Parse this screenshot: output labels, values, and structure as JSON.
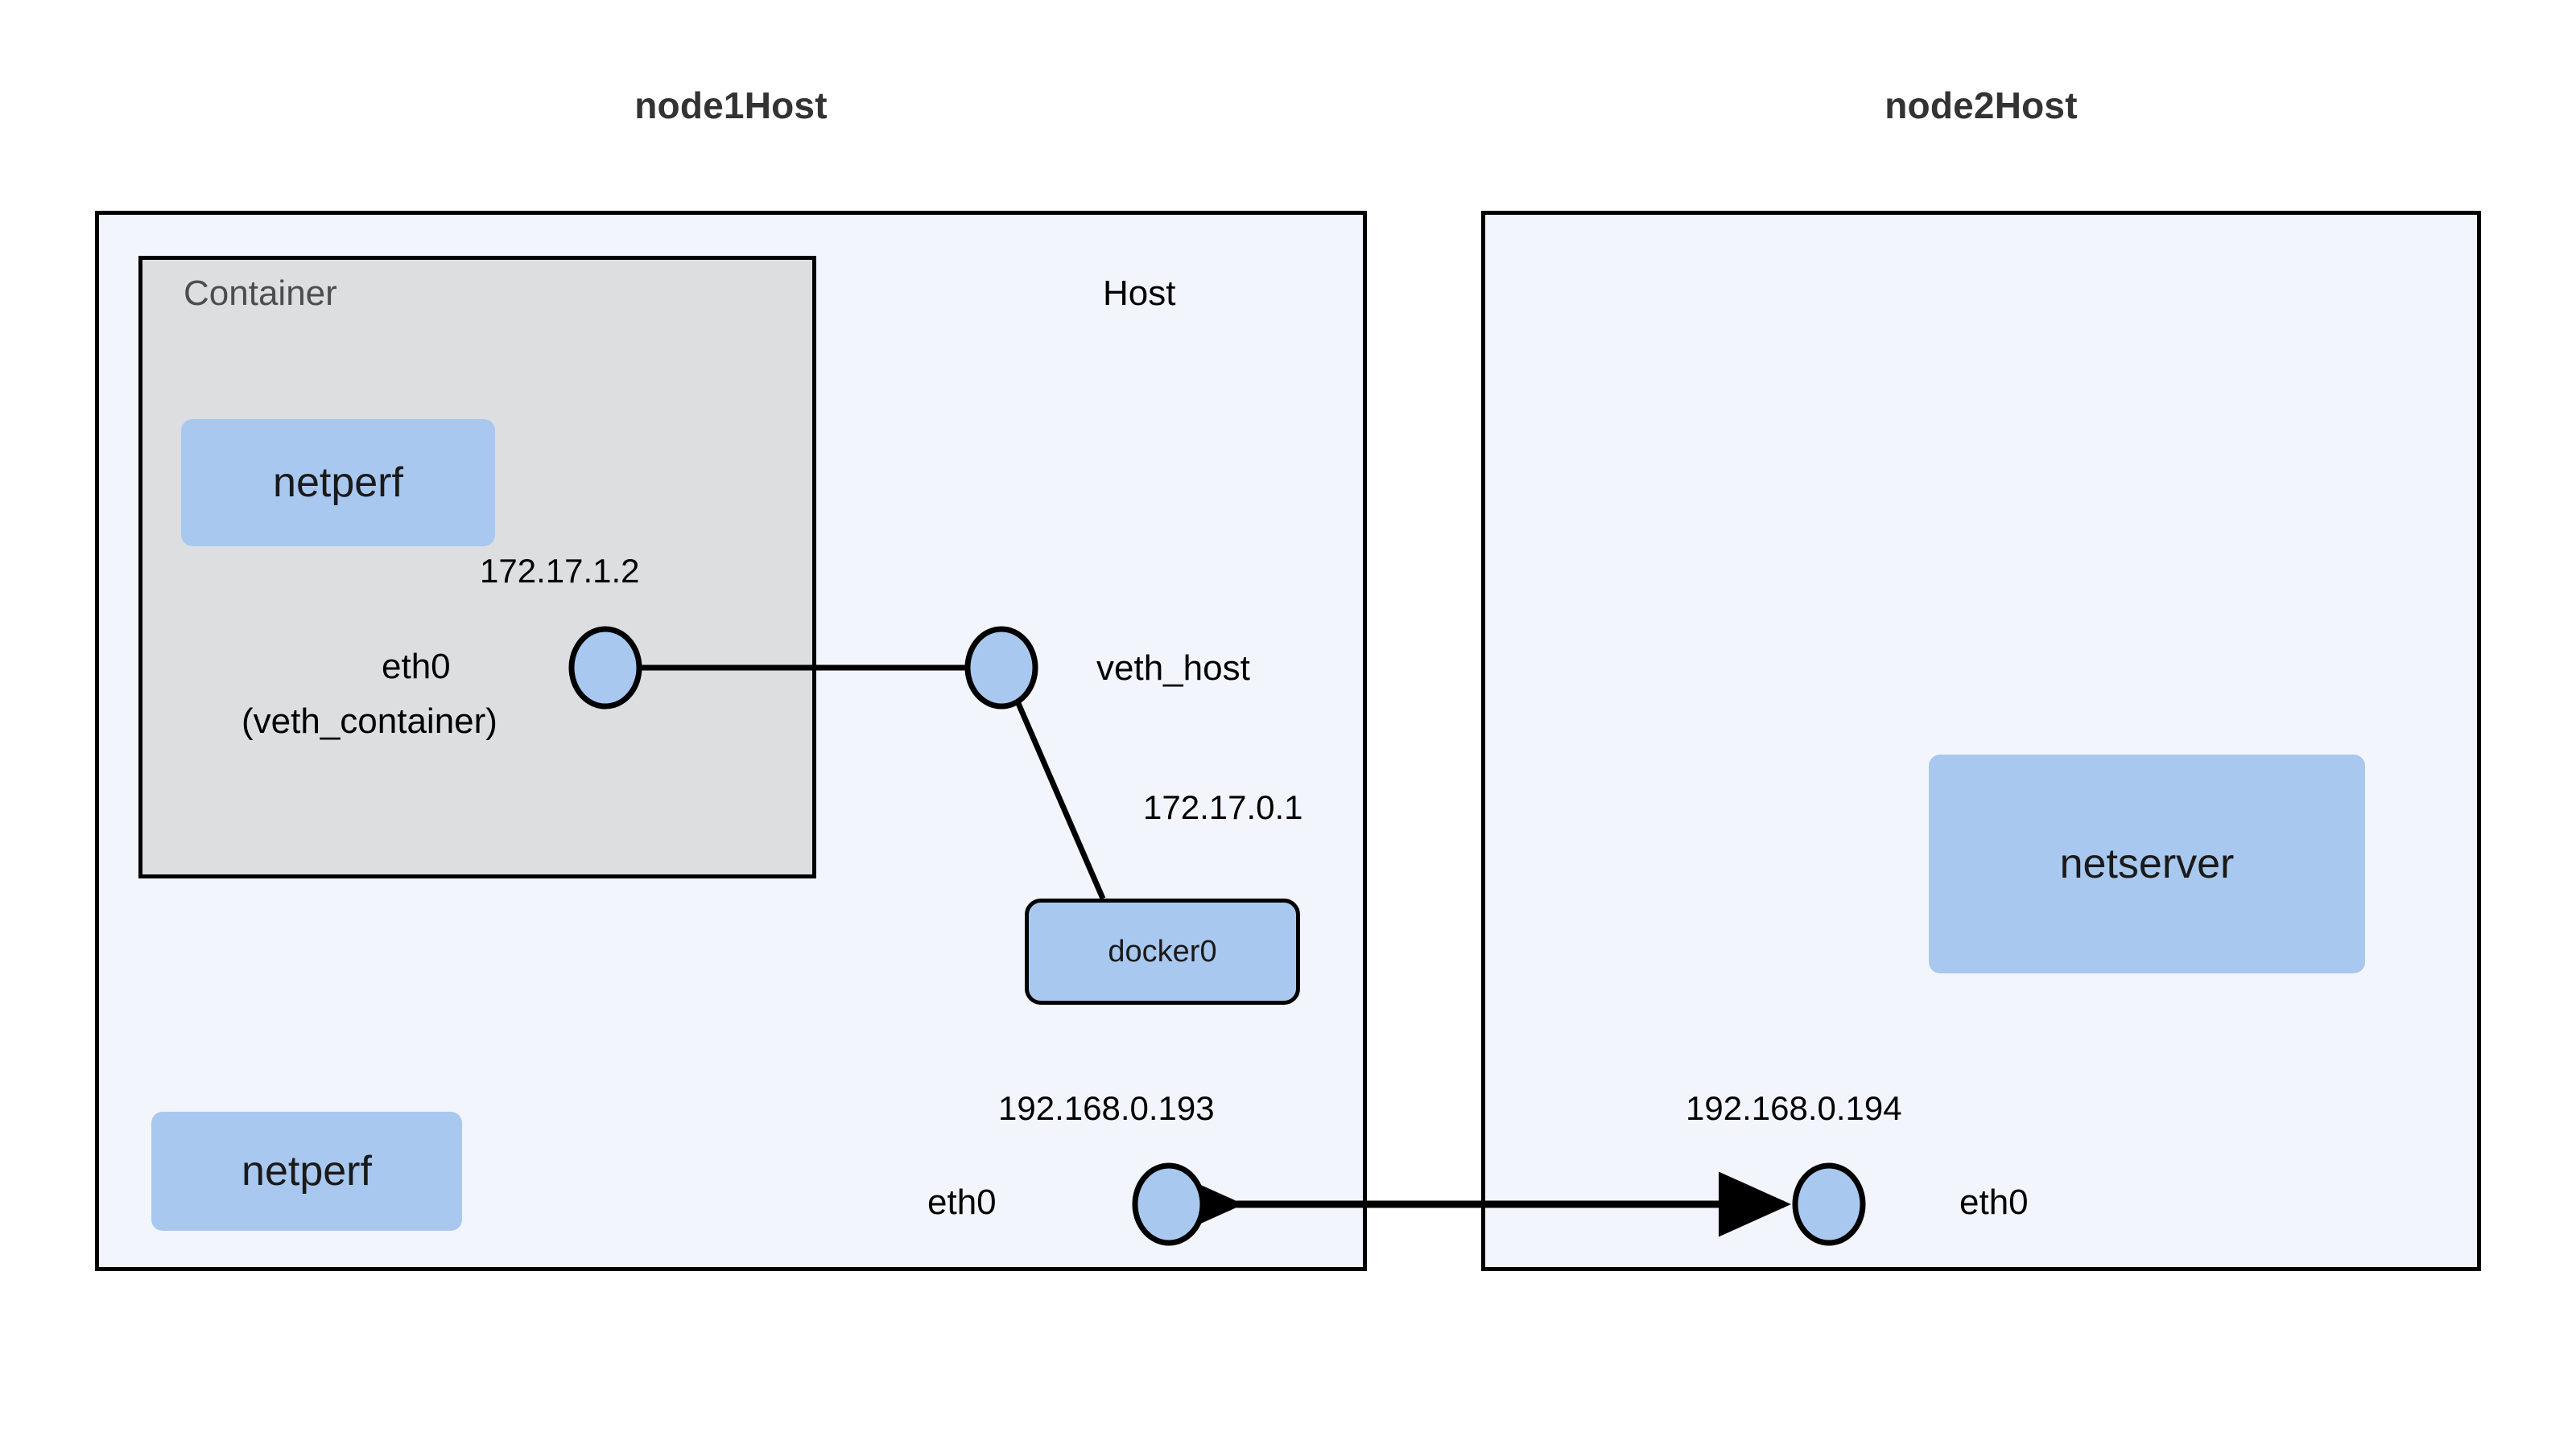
{
  "diagram": {
    "title_left": "node1Host",
    "title_right": "node2Host",
    "colors": {
      "host_fill": "#f2f6fc",
      "container_fill": "#dddee0",
      "process_fill": "#a8c8ef",
      "stroke": "#000000",
      "title_text": "#333333"
    }
  },
  "node1": {
    "zone_container_label": "Container",
    "zone_host_label": "Host",
    "netperf_container": "netperf",
    "netperf_host": "netperf",
    "bridge": "docker0",
    "bridge_ip": "172.17.0.1",
    "container_iface_name": "eth0",
    "container_iface_alias": "(veth_container)",
    "container_iface_ip": "172.17.1.2",
    "veth_host_label": "veth_host",
    "eth0_label": "eth0",
    "eth0_ip": "192.168.0.193"
  },
  "node2": {
    "netserver": "netserver",
    "eth0_label": "eth0",
    "eth0_ip": "192.168.0.194"
  },
  "links": [
    {
      "name": "veth-pair-link",
      "from": "veth_container",
      "to": "veth_host",
      "arrow": "none"
    },
    {
      "name": "veth-host-to-docker0",
      "from": "veth_host",
      "to": "docker0",
      "arrow": "none"
    },
    {
      "name": "node1-eth0-to-node2-eth0",
      "from": "192.168.0.193",
      "to": "192.168.0.194",
      "arrow": "both"
    }
  ]
}
